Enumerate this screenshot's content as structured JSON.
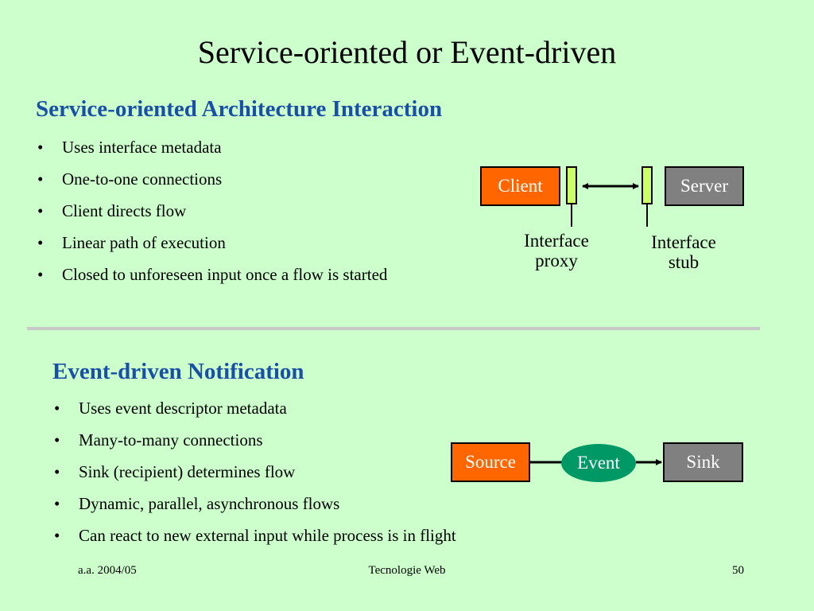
{
  "slide": {
    "title": "Service-oriented or Event-driven"
  },
  "soa": {
    "heading": "Service-oriented Architecture Interaction",
    "bullets": [
      "Uses interface metadata",
      "One-to-one connections",
      "Client directs flow",
      "Linear path of execution",
      "Closed to unforeseen input once a flow is started"
    ],
    "diagram": {
      "client": "Client",
      "server": "Server",
      "proxy_label_line1": "Interface",
      "proxy_label_line2": "proxy",
      "stub_label_line1": "Interface",
      "stub_label_line2": "stub"
    }
  },
  "event": {
    "heading": "Event-driven Notification",
    "bullets": [
      "Uses event descriptor metadata",
      "Many-to-many connections",
      "Sink (recipient) determines flow",
      "Dynamic, parallel, asynchronous flows",
      "Can react to new external input while process is in flight"
    ],
    "diagram": {
      "source": "Source",
      "event": "Event",
      "sink": "Sink"
    }
  },
  "footer": {
    "left": "a.a. 2004/05",
    "center": "Tecnologie Web",
    "page": "50"
  },
  "colors": {
    "background": "#ccffcc",
    "heading": "#1a4fa8",
    "orange_box": "#ff6600",
    "gray_box": "#808080",
    "interface_bar": "#ccff66",
    "event_oval": "#009966"
  }
}
